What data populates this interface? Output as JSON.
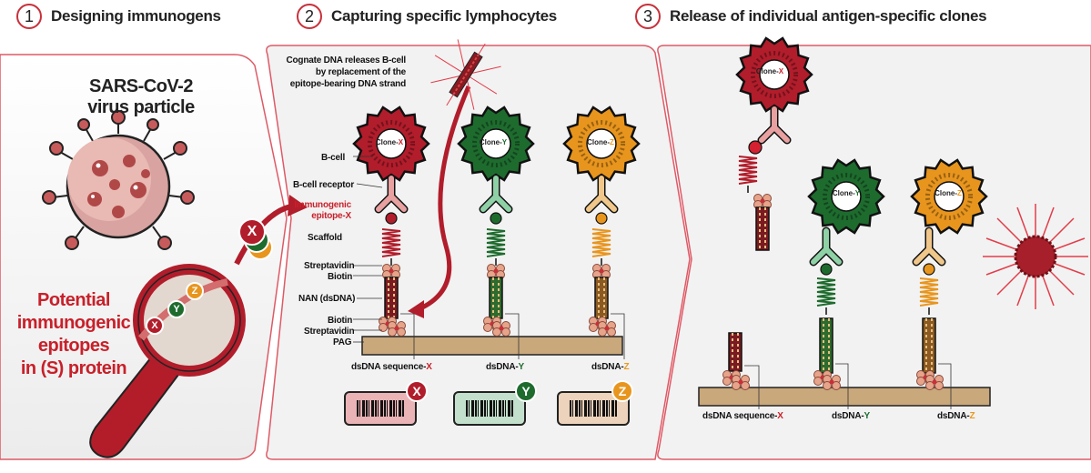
{
  "steps": [
    {
      "number": "1",
      "title": "Designing immunogens"
    },
    {
      "number": "2",
      "title": "Capturing specific lymphocytes"
    },
    {
      "number": "3",
      "title": "Release of individual antigen-specific clones"
    }
  ],
  "panel1": {
    "virus_title_line1": "SARS-CoV-2",
    "virus_title_line2": "virus particle",
    "epitopes_line1": "Potential",
    "epitopes_line2": "immunogenic",
    "epitopes_line3": "epitopes",
    "epitopes_line4": "in (S) protein",
    "epitope_letters": [
      "X",
      "Y",
      "Z"
    ]
  },
  "panel2": {
    "cognate_line1": "Cognate DNA releases B-cell",
    "cognate_line2": "by replacement of the",
    "cognate_line3": "epitope-bearing DNA strand",
    "labels": {
      "bcell": "B-cell",
      "receptor": "B-cell receptor",
      "immunogenic_line1": "Immunogenic",
      "immunogenic_line2": "epitope-X",
      "scaffold": "Scaffold",
      "streptavidin_top": "Streptavidin",
      "biotin_top": "Biotin",
      "nan": "NAN (dsDNA)",
      "biotin_bottom": "Biotin",
      "streptavidin_bottom": "Streptavidin",
      "pag": "PAG"
    },
    "clones": [
      {
        "prefix": "Clone-",
        "letter": "X",
        "color": "#b11d2b"
      },
      {
        "prefix": "Clone-",
        "letter": "Y",
        "color": "#1e6b2e"
      },
      {
        "prefix": "Clone-",
        "letter": "Z",
        "color": "#e8951e"
      }
    ],
    "dsdna": [
      {
        "text": "dsDNA sequence-",
        "letter": "X"
      },
      {
        "text": "dsDNA-",
        "letter": "Y"
      },
      {
        "text": "dsDNA-",
        "letter": "Z"
      }
    ],
    "barcodes": [
      "X",
      "Y",
      "Z"
    ]
  },
  "panel3": {
    "clones": [
      {
        "prefix": "Clone-",
        "letter": "X"
      },
      {
        "prefix": "Clone-",
        "letter": "Y"
      },
      {
        "prefix": "Clone-",
        "letter": "Z"
      }
    ],
    "dsdna": [
      {
        "text": "dsDNA sequence-",
        "letter": "X"
      },
      {
        "text": "dsDNA-",
        "letter": "Y"
      },
      {
        "text": "dsDNA-",
        "letter": "Z"
      }
    ]
  },
  "colors": {
    "red": "#b11d2b",
    "green": "#1e6b2e",
    "orange": "#e8951e",
    "pag": "#c9a87c",
    "panel_bg": "#f2f2f2",
    "panel_border": "#d94a5a"
  }
}
